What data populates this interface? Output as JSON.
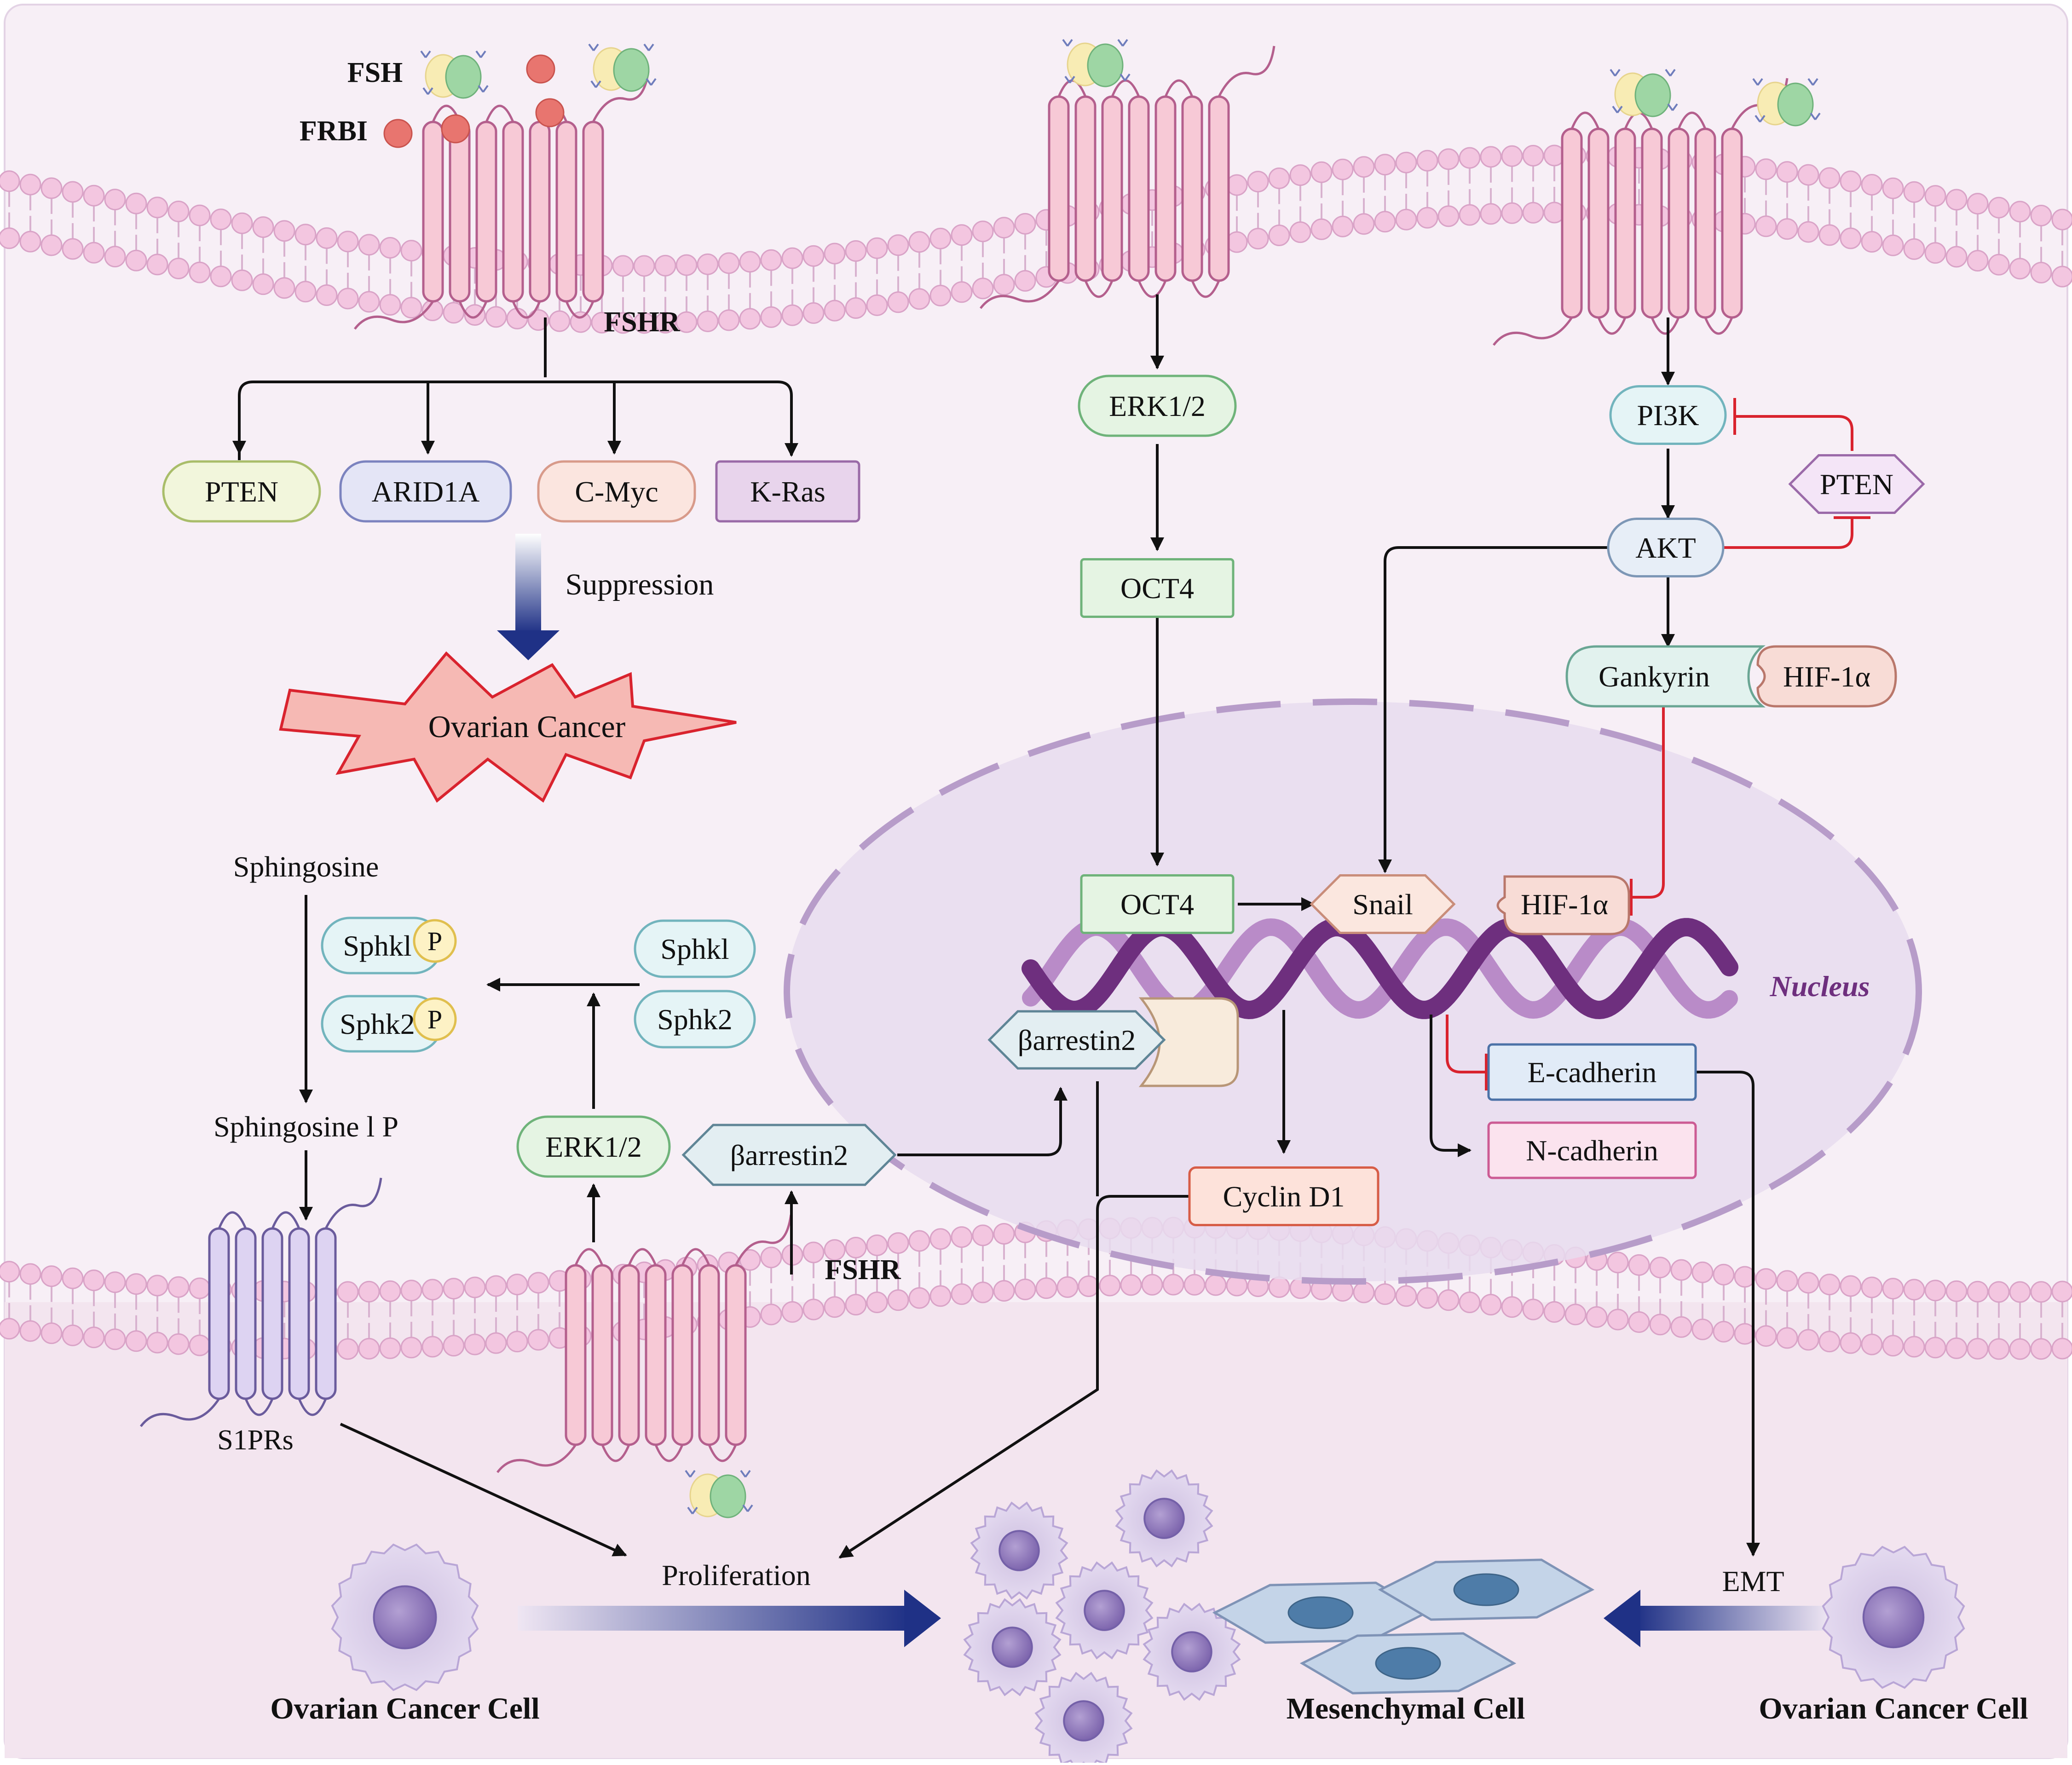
{
  "labels": {
    "fsh": "FSH",
    "frbi": "FRBI",
    "fshr_top": "FSHR",
    "fshr_bottom": "FSHR",
    "s1prs": "S1PRs",
    "suppression": "Suppression",
    "ovarian_cancer": "Ovarian Cancer",
    "sphingosine": "Sphingosine",
    "sphingosine_1p": "Sphingosine l P",
    "nucleus": "Nucleus",
    "proliferation": "Proliferation",
    "emt": "EMT",
    "ovarian_cancer_cell_left": "Ovarian Cancer Cell",
    "mesenchymal_cell": "Mesenchymal Cell",
    "ovarian_cancer_cell_right": "Ovarian Cancer Cell"
  },
  "nodes": {
    "pten_left": "PTEN",
    "arid1a": "ARID1A",
    "cmyc": "C-Myc",
    "kras": "K-Ras",
    "erk_top": "ERK1/2",
    "oct4_cyto": "OCT4",
    "oct4_nuc": "OCT4",
    "snail": "Snail",
    "hif_nuc": "HIF-1α",
    "pi3k": "PI3K",
    "pten_right": "PTEN",
    "akt": "AKT",
    "gankyrin": "Gankyrin",
    "hif_cyto": "HIF-1α",
    "barrestin_nuc": "βarrestin2",
    "ecadherin": "E-cadherin",
    "ncadherin": "N-cadherin",
    "cyclind1": "Cyclin D1",
    "sphk1_p": "Sphkl",
    "sphk2_p": "Sphk2",
    "p1": "P",
    "p2": "P",
    "sphk1": "Sphkl",
    "sphk2": "Sphk2",
    "erk_bottom": "ERK1/2",
    "barrestin_cyto": "βarrestin2"
  },
  "colors": {
    "background": "#f7eff6",
    "membrane_head": "#f3c6e0",
    "receptor": "#f7c9d6",
    "nucleus": "#e8d9ee",
    "nucleus_border": "#b79cc9",
    "dna": "#6e2f7e",
    "inhibit": "#d9232e",
    "blue_arrow": "#1f3186"
  }
}
